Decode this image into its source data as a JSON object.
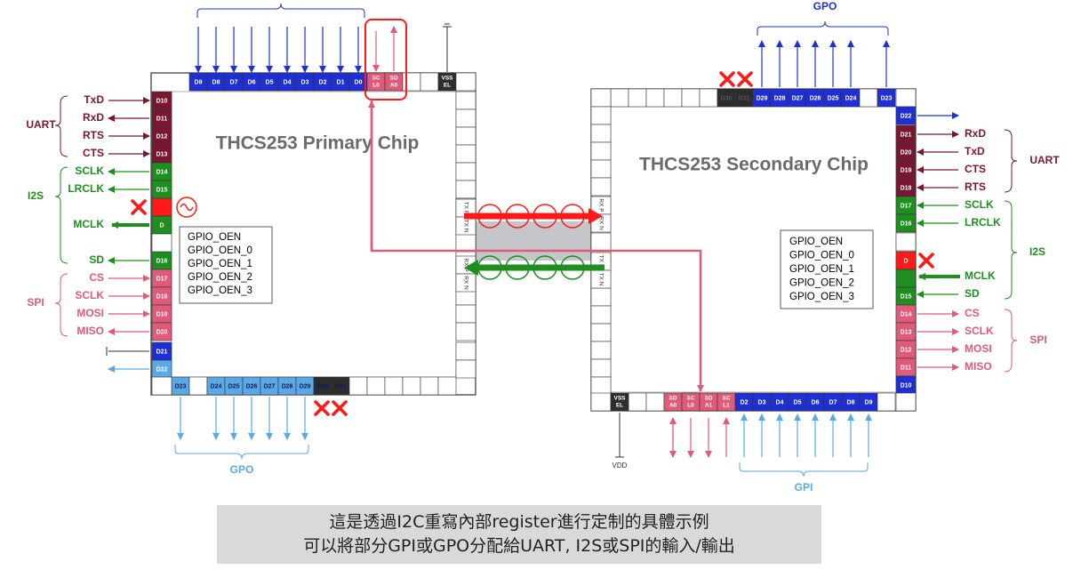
{
  "primary": {
    "title": "THCS253 Primary Chip",
    "top_pins": [
      "D9",
      "D8",
      "D7",
      "D6",
      "D5",
      "D4",
      "D3",
      "D2",
      "D1",
      "D0"
    ],
    "i2c_pins": [
      "SC L0",
      "SD A0"
    ],
    "vssel": "VSS EL",
    "left_pins": [
      "D10",
      "D11",
      "D12",
      "D13",
      "D14",
      "D15",
      "",
      "D",
      "D16",
      "D17",
      "D18",
      "D19",
      "D20",
      "D21",
      "D22"
    ],
    "bottom_pins": [
      "D23",
      "",
      "D24",
      "D25",
      "D26",
      "D27",
      "D28",
      "D29",
      "D30",
      "D31"
    ],
    "right_pins": [
      "TX P",
      "TX N",
      "RX P",
      "RX N"
    ],
    "gpio_box": [
      "GPIO_OEN",
      "GPIO_OEN_0",
      "GPIO_OEN_1",
      "GPIO_OEN_2",
      "GPIO_OEN_3"
    ],
    "signals": [
      "TxD",
      "RxD",
      "RTS",
      "CTS",
      "SCLK",
      "LRCLK",
      "MCLK",
      "SD",
      "CS",
      "SCLK",
      "MOSI",
      "MISO"
    ],
    "groups": [
      "UART",
      "I2S",
      "SPI"
    ],
    "gpo": "GPO"
  },
  "secondary": {
    "title": "THCS253 Secondary Chip",
    "top_pins": [
      "D30",
      "D31",
      "D29",
      "D28",
      "D27",
      "D26",
      "D25",
      "D24",
      "D23"
    ],
    "right_pins": [
      "D22",
      "D21",
      "D20",
      "D19",
      "D18",
      "D17",
      "D16",
      "",
      "D",
      "D15",
      "D14",
      "D13",
      "D12",
      "D11",
      "D10"
    ],
    "left_pins": [
      "RX P",
      "RX N",
      "TX P",
      "TX N"
    ],
    "bottom_i2c": [
      "SD A0",
      "SC L0",
      "SD A1",
      "SC L1"
    ],
    "bottom_pins": [
      "D2",
      "D3",
      "D4",
      "D5",
      "D6",
      "D7",
      "D8",
      "D9"
    ],
    "vssel": "VSS EL",
    "vdd": "VDD",
    "gpio_box": [
      "GPIO_OEN",
      "GPIO_OEN_0",
      "GPIO_OEN_1",
      "GPIO_OEN_2",
      "GPIO_OEN_3"
    ],
    "signals": [
      "RxD",
      "TxD",
      "CTS",
      "RTS",
      "SCLK",
      "LRCLK",
      "MCLK",
      "SD",
      "CS",
      "SCLK",
      "MOSI",
      "MISO"
    ],
    "groups": [
      "UART",
      "I2S",
      "SPI"
    ],
    "gpo": "GPO",
    "gpi": "GPI"
  },
  "caption": {
    "line1": "這是透過I2C重寫內部register進行定制的具體示例",
    "line2": "可以將部分GPI或GPO分配給UART, I2S或SPI的輸入/輸出"
  },
  "colors": {
    "blue": "#1f2fd6",
    "light_blue": "#5aa9e6",
    "maroon": "#7a1730",
    "green": "#1e8f1e",
    "pink": "#e05a7a",
    "red": "#ff1a1a",
    "dark": "#2d2d2d",
    "gray_arrow": "#c4c6c9"
  }
}
